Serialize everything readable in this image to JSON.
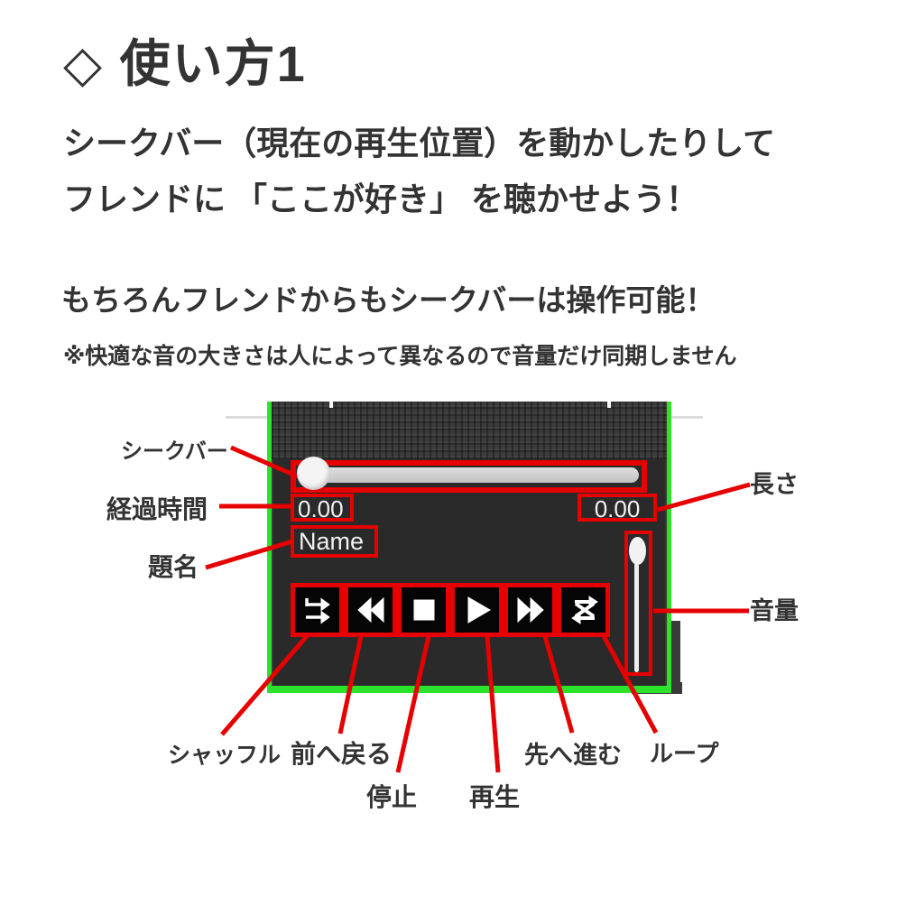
{
  "title": {
    "text": "◇ 使い方1"
  },
  "intro": {
    "line1": "シークバー（現在の再生位置）を動かしたりして",
    "line2": "フレンドに 「ここが好き」 を聴かせよう！"
  },
  "section": {
    "heading": "もちろんフレンドからもシークバーは操作可能！",
    "note": "※快適な音の大きさは人によって異なるので音量だけ同期しません"
  },
  "player": {
    "track_name": "Name",
    "elapsed_time": "0.00",
    "length": "0.00",
    "buttons": [
      {
        "icon": "shuffle-icon"
      },
      {
        "icon": "previous-icon"
      },
      {
        "icon": "stop-icon"
      },
      {
        "icon": "play-icon"
      },
      {
        "icon": "next-icon"
      },
      {
        "icon": "loop-icon"
      }
    ]
  },
  "callouts": {
    "seekbar": "シークバー",
    "elapsed_time": "経過時間",
    "track_title": "題名",
    "length": "長さ",
    "volume": "音量",
    "shuffle": "シャッフル",
    "previous": "前へ戻る",
    "stop": "停止",
    "play": "再生",
    "next": "先へ進む",
    "loop": "ループ"
  },
  "colors": {
    "callout_red": "#e60000",
    "panel_green": "#2ae32a",
    "panel_body": "#2a2a2a",
    "text_dark": "#333333"
  }
}
